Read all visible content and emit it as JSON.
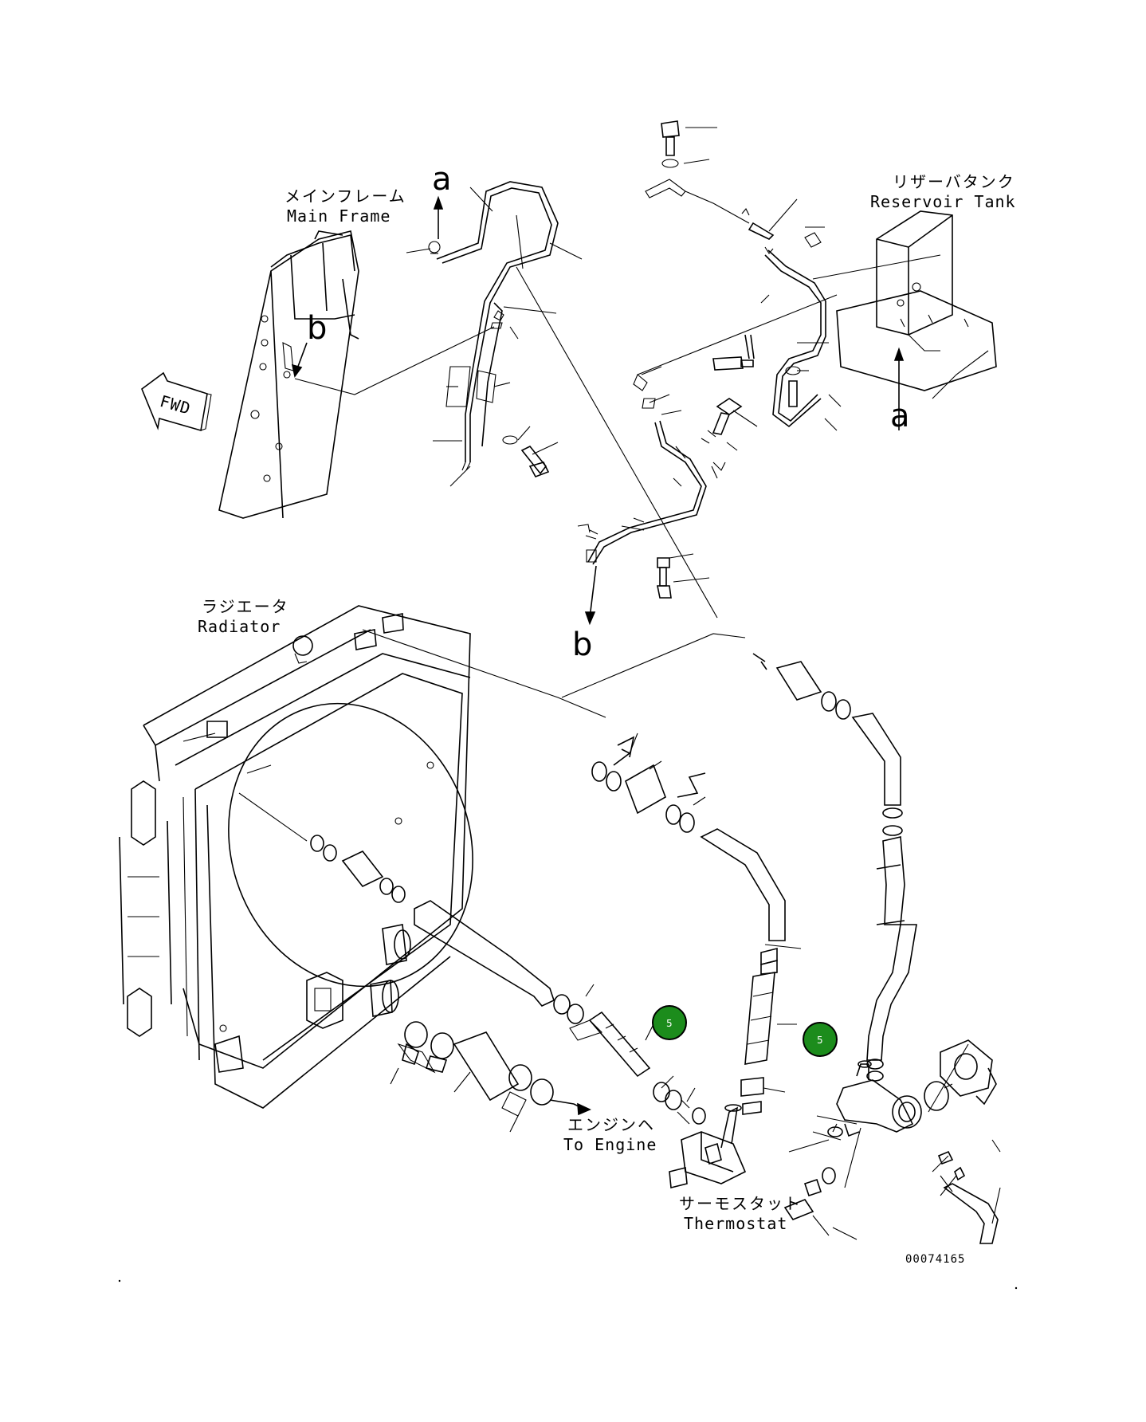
{
  "labels": {
    "main_frame_jp": "メインフレーム",
    "main_frame_en": "Main Frame",
    "reservoir_jp": "リザーバタンク",
    "reservoir_en": "Reservoir Tank",
    "radiator_jp": "ラジエータ",
    "radiator_en": "Radiator",
    "engine_jp": "エンジンヘ",
    "engine_en": "To Engine",
    "thermostat_jp": "サーモスタット",
    "thermostat_en": "Thermostat",
    "fwd": "FWD",
    "ref_a": "a",
    "ref_b": "b",
    "drawing_number": "00074165"
  },
  "hotspots": [
    {
      "label": "5"
    },
    {
      "label": "5"
    }
  ],
  "colors": {
    "hotspot": "#1c8c1c",
    "line": "#000000"
  }
}
